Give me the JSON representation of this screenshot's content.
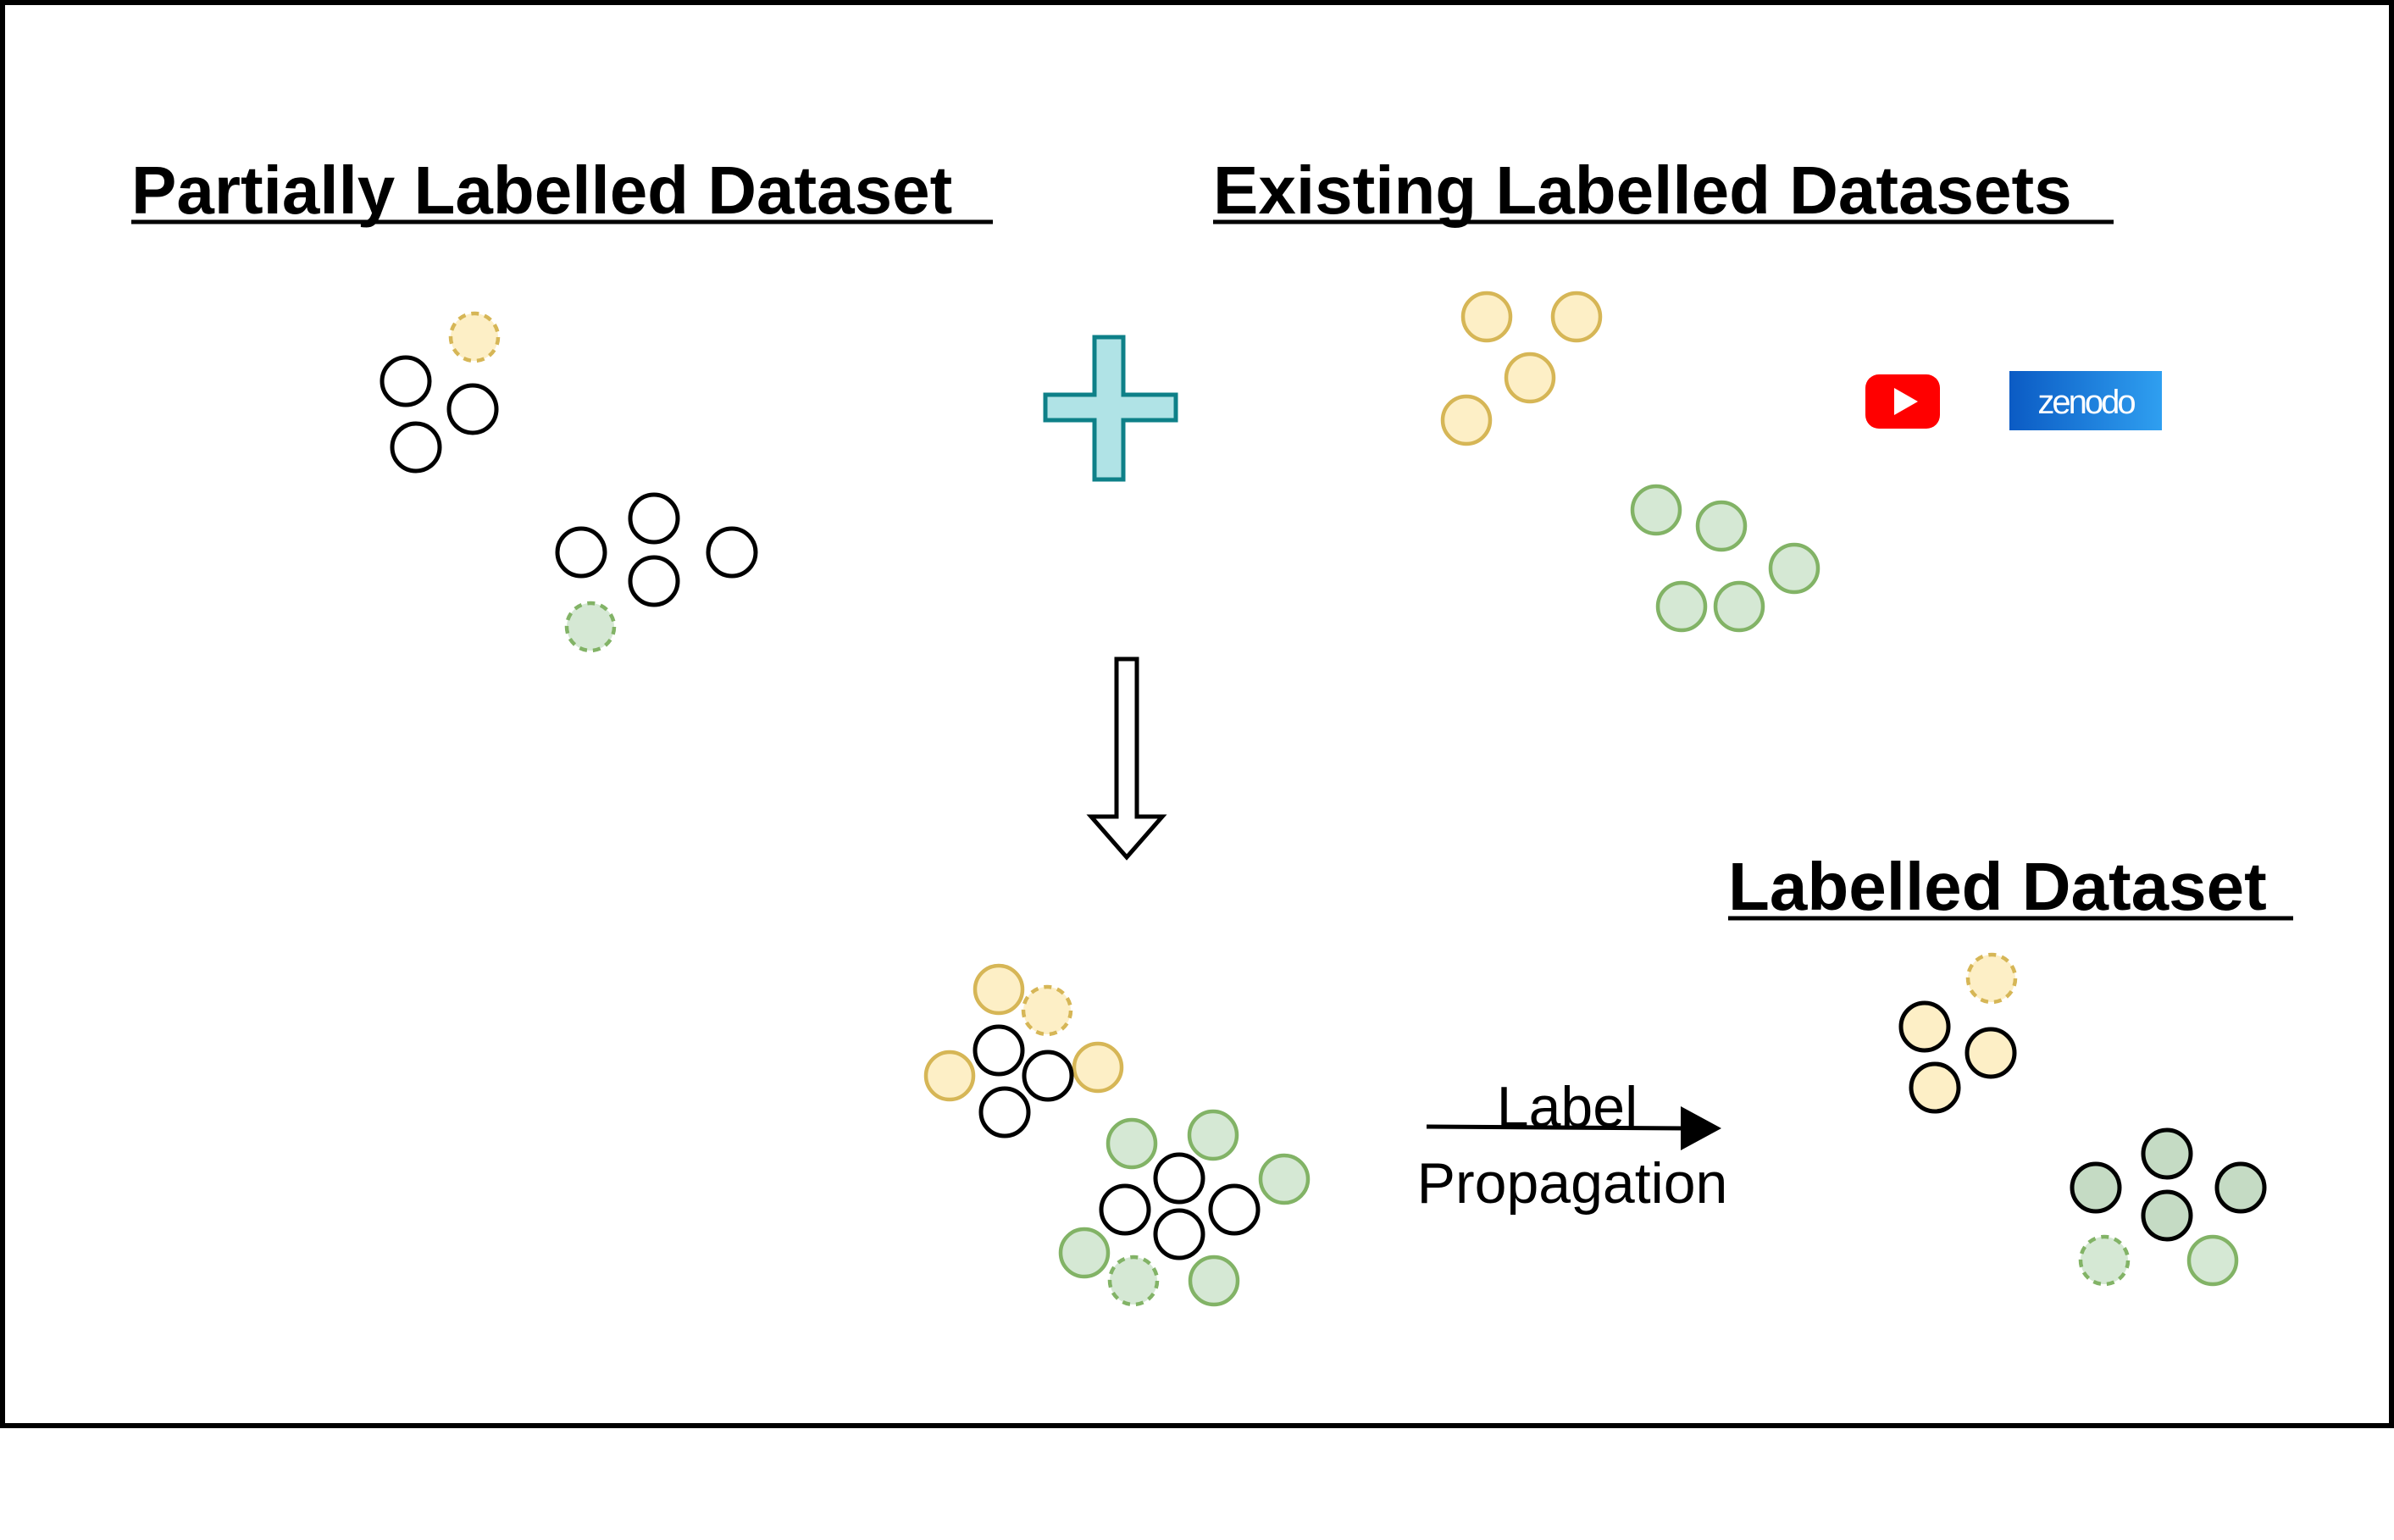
{
  "titles": {
    "partially_labelled": "Partially Labelled Dataset",
    "existing_labelled": "Existing Labelled Datasets",
    "labelled": "Labelled Dataset"
  },
  "propagation": {
    "line1": "Label",
    "line2": "Propagation"
  },
  "logos": {
    "youtube": "youtube-logo",
    "zenodo_text": "zenodo"
  },
  "icons": [
    "plus-icon",
    "down-arrow-icon",
    "right-arrow-icon"
  ],
  "legend_colors": {
    "unlabelled_stroke": "#000000",
    "yellow_fill": "#fdefc6",
    "yellow_stroke": "#d6b656",
    "green_fill": "#d5e8d4",
    "green_stroke": "#82b366",
    "green_dark_fill": "#c5dbc4",
    "plus_fill": "#b0e3e6",
    "plus_stroke": "#0e8088",
    "youtube_red": "#ff0000",
    "zenodo_blue": "#1a66d0"
  },
  "point_style_legend": [
    "unlabelled",
    "yellow-labelled",
    "green-labelled",
    "yellow-seed",
    "green-seed"
  ]
}
